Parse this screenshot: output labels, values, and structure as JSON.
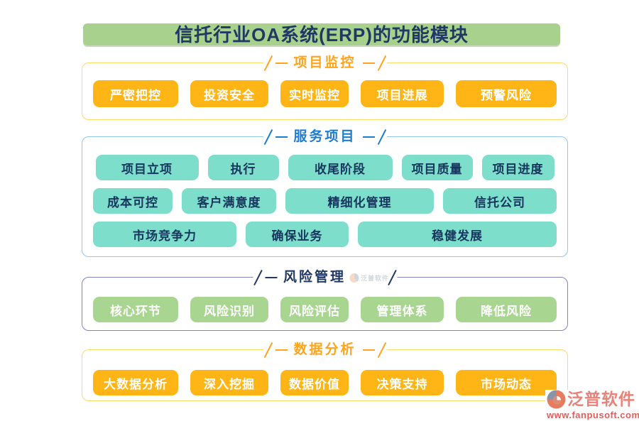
{
  "title": "信托行业OA系统(ERP)的功能模块",
  "sections": {
    "monitor": {
      "label": "项目监控",
      "modules": [
        "严密把控",
        "投资安全",
        "实时监控",
        "项目进展",
        "预警风险"
      ]
    },
    "service": {
      "label": "服务项目",
      "rows": [
        [
          "项目立项",
          "执行",
          "收尾阶段",
          "项目质量",
          "项目进度"
        ],
        [
          "成本可控",
          "客户满意度",
          "精细化管理",
          "信托公司"
        ],
        [
          "市场竞争力",
          "确保业务",
          "稳健发展"
        ]
      ]
    },
    "risk": {
      "label": "风险管理",
      "modules": [
        "核心环节",
        "风险识别",
        "风险评估",
        "管理体系",
        "降低风险"
      ]
    },
    "data": {
      "label": "数据分析",
      "modules": [
        "大数据分析",
        "深入挖掘",
        "数据价值",
        "决策支持",
        "市场动态"
      ]
    }
  },
  "themes": {
    "monitor": {
      "border": "#FFD966",
      "header": "#FFA41B",
      "chip_bg": "#FFB515",
      "chip_text": "#FFFFFF"
    },
    "service": {
      "border": "#92C7EC",
      "header": "#1E7CD0",
      "chip_bg": "#7CDECB",
      "chip_text": "#17365D"
    },
    "risk": {
      "border": "#7E85BF",
      "header": "#203864",
      "chip_bg": "#A8D58F",
      "chip_text": "#FFFFFF"
    },
    "data": {
      "border": "#FFD966",
      "header": "#FFA41B",
      "chip_bg": "#FFB515",
      "chip_text": "#FFFFFF"
    }
  },
  "title_colors": {
    "background": "#A9D18E",
    "text": "#203864"
  },
  "watermark": {
    "text": "泛普软件"
  },
  "brand": {
    "name": "泛普软件",
    "url": "www.fanpusoft.com"
  }
}
